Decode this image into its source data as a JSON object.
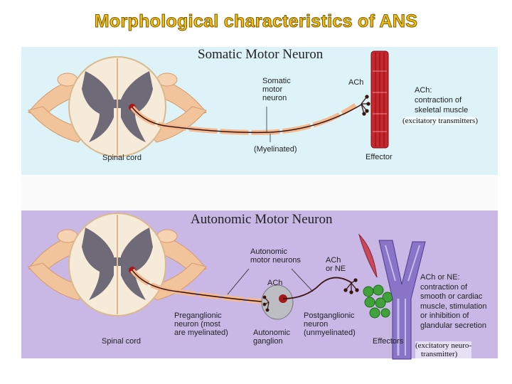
{
  "title": "Morphological characteristics of ANS",
  "somatic": {
    "heading": "Somatic Motor Neuron",
    "neuron_label": [
      "Somatic",
      "motor",
      "neuron"
    ],
    "ach": "ACh",
    "effect": [
      "ACh:",
      "contraction of",
      "skeletal muscle"
    ],
    "excitatory": "(excitatory transmitters)",
    "spinal_cord": "Spinal cord",
    "myelinated": "(Myelinated)",
    "effector": "Effector"
  },
  "autonomic": {
    "heading": "Autonomic Motor Neuron",
    "neurons_label": [
      "Autonomic",
      "motor neurons"
    ],
    "ach_ne": [
      "ACh",
      "or NE"
    ],
    "ach": "ACh",
    "preganglionic": [
      "Preganglionic",
      "neuron (most",
      "are myelinated)"
    ],
    "ganglion": [
      "Autonomic",
      "ganglion"
    ],
    "postganglionic": [
      "Postganglionic",
      "neuron",
      "(unmyelinated)"
    ],
    "effectors": "Effectors",
    "spinal_cord": "Spinal cord",
    "effect": [
      "ACh or NE:",
      "contraction of",
      "smooth or cardiac",
      "muscle, stimulation",
      "or inhibition of",
      "glandular secretion"
    ],
    "excitatory": [
      "(excitatory neuro-",
      "transmitter)"
    ]
  },
  "colors": {
    "title": "#f4c20d",
    "panel_top": "#ddf3f8",
    "panel_bottom": "#c9b8e6",
    "nerve": "#f4c8a2",
    "gray_matter": "#6e6a78",
    "muscle": "#c8272d",
    "vessel": "#8a74c8",
    "gland": "#3fa23a"
  }
}
